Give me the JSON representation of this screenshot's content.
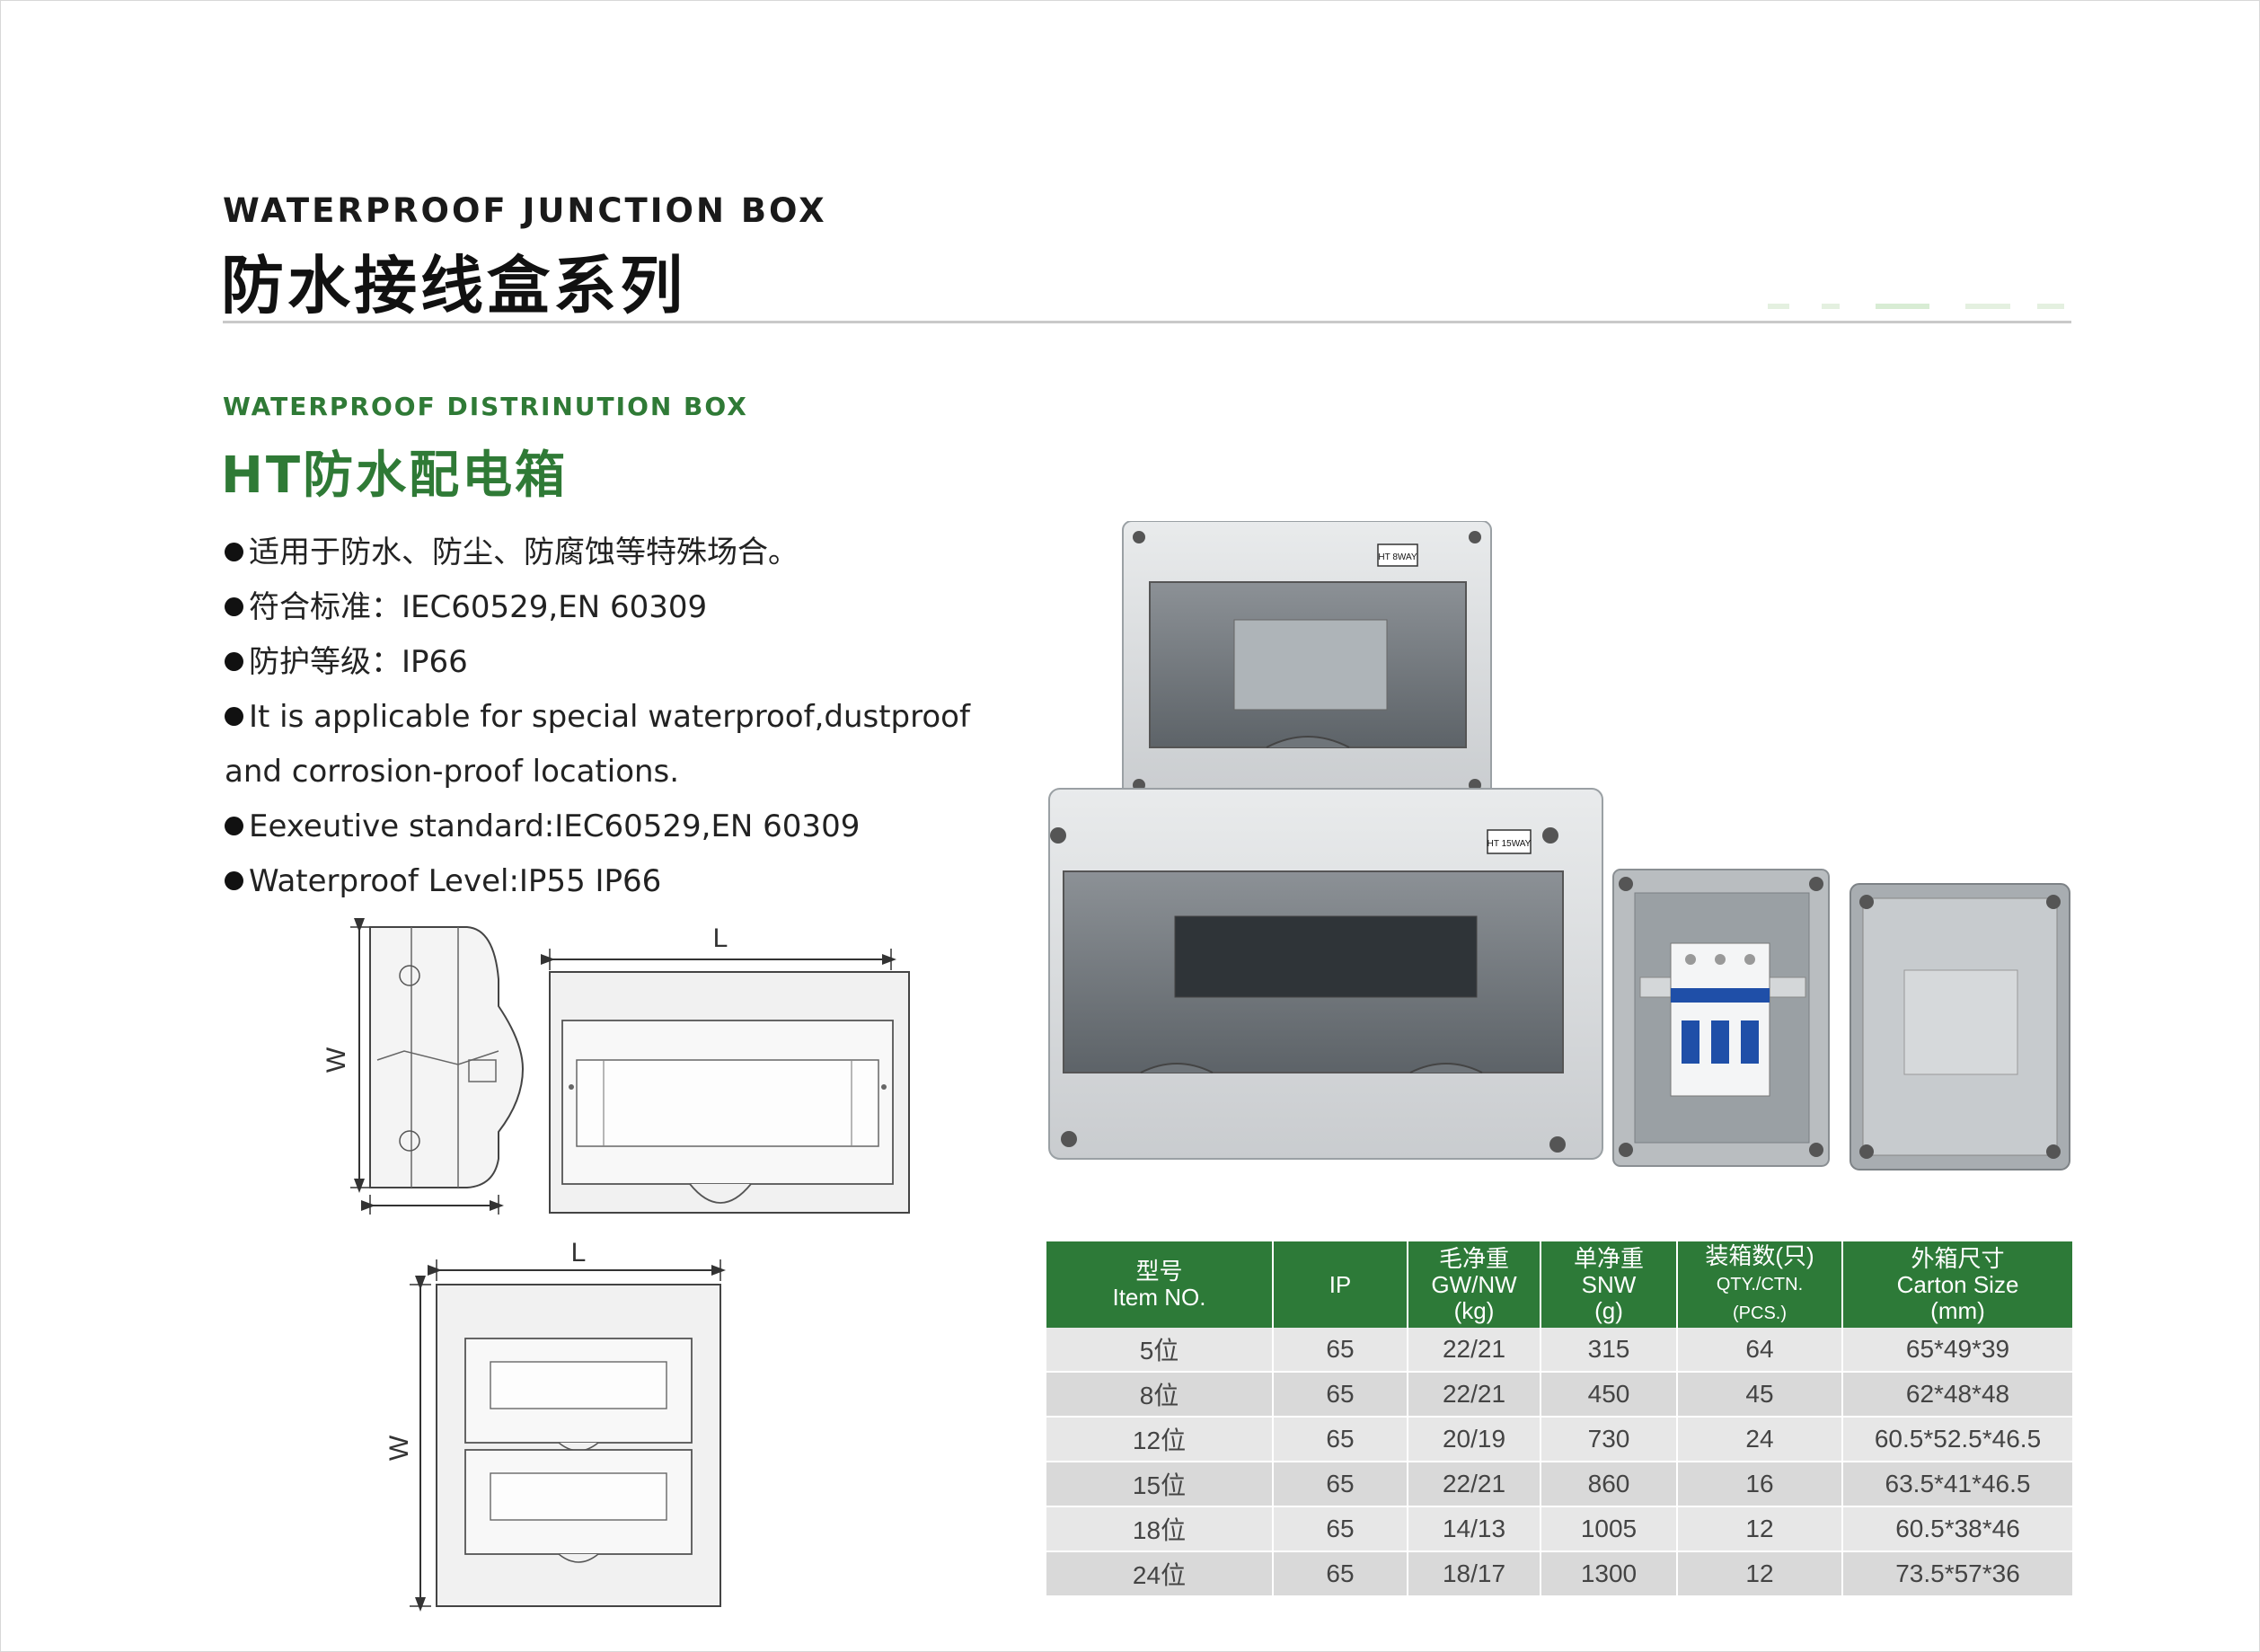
{
  "header": {
    "title_en": "WATERPROOF JUNCTION BOX",
    "title_cn": "防水接线盒系列"
  },
  "section": {
    "subtitle_en": "WATERPROOF DISTRINUTION BOX",
    "subtitle_cn": "HT防水配电箱"
  },
  "features": [
    "适用于防水、防尘、防腐蚀等特殊场合。",
    "符合标准：IEC60529,EN 60309",
    "防护等级：IP66",
    "It is applicable for special waterproof,dustproof",
    "and corrosion-proof locations.",
    "Eexeutive standard:IEC60529,EN 60309",
    "Waterproof Level:IP55  IP66"
  ],
  "drawings": {
    "label_length": "L",
    "label_width": "W"
  },
  "product_labels": {
    "small_box": "HT 8WAY",
    "large_box": "HT 15WAY"
  },
  "table": {
    "headers": [
      [
        "型号",
        "Item NO."
      ],
      [
        "IP"
      ],
      [
        "毛净重",
        "GW/NW",
        "(kg)"
      ],
      [
        "单净重",
        "SNW",
        "(g)"
      ],
      [
        "装箱数(只)",
        "QTY./CTN.",
        "(PCS.)"
      ],
      [
        "外箱尺寸",
        "Carton Size",
        "(mm)"
      ]
    ],
    "rows": [
      [
        "5位",
        "65",
        "22/21",
        "315",
        "64",
        "65*49*39"
      ],
      [
        "8位",
        "65",
        "22/21",
        "450",
        "45",
        "62*48*48"
      ],
      [
        "12位",
        "65",
        "20/19",
        "730",
        "24",
        "60.5*52.5*46.5"
      ],
      [
        "15位",
        "65",
        "22/21",
        "860",
        "16",
        "63.5*41*46.5"
      ],
      [
        "18位",
        "65",
        "14/13",
        "1005",
        "12",
        "60.5*38*46"
      ],
      [
        "24位",
        "65",
        "18/17",
        "1300",
        "12",
        "73.5*57*36"
      ]
    ]
  },
  "colors": {
    "accent_green": "#2f7a36",
    "table_header": "#2d7a38",
    "row_light": "#e7e7e7",
    "row_dark": "#d9d9d9"
  }
}
